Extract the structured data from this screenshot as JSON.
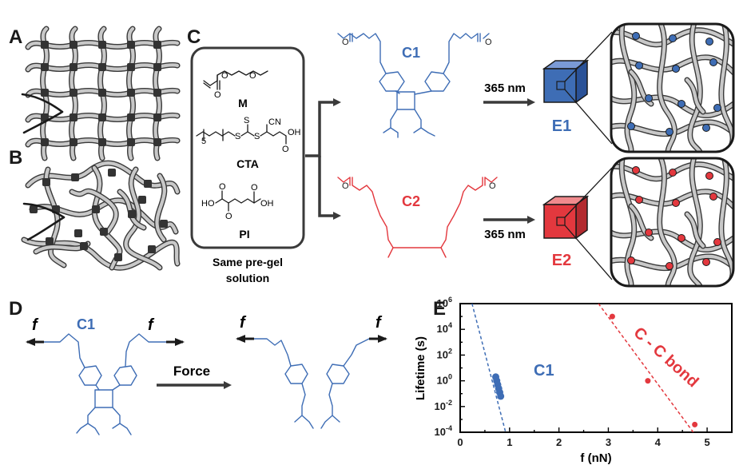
{
  "panels": {
    "a": "A",
    "b": "B",
    "c": "C",
    "d": "D",
    "e": "E"
  },
  "prep": {
    "m_label": "M",
    "cta_label": "CTA",
    "pi_label": "PI",
    "caption_line1": "Same pre-gel",
    "caption_line2": "solution",
    "cta_subscript": "5",
    "atoms": {
      "O": "O",
      "S": "S",
      "CN": "CN",
      "OH": "OH",
      "HO": "HO"
    }
  },
  "crosslinkers": {
    "c1": "C1",
    "c2": "C2"
  },
  "uv": {
    "top": "365 nm",
    "bottom": "365 nm"
  },
  "gels": {
    "e1": "E1",
    "e2": "E2"
  },
  "scission": {
    "force_label": "Force",
    "f_symbol": "f",
    "c1": "C1"
  },
  "colors": {
    "blue": "#3e6db5",
    "red": "#e3383e",
    "dark": "#1a1a1a",
    "gray": "#c8c8c8"
  },
  "chart_data": {
    "type": "scatter",
    "xlabel": "f (nN)",
    "ylabel": "Lifetime (s)",
    "xlim": [
      0,
      5.5
    ],
    "ylim_log10": [
      -4,
      6
    ],
    "y_scale": "log",
    "xticks": [
      "0",
      "1",
      "2",
      "3",
      "4",
      "5"
    ],
    "yticks": [
      {
        "base": "10",
        "exp": "6"
      },
      {
        "base": "10",
        "exp": "4"
      },
      {
        "base": "10",
        "exp": "2"
      },
      {
        "base": "10",
        "exp": "0"
      },
      {
        "base": "10",
        "exp": "-2"
      },
      {
        "base": "10",
        "exp": "-4"
      }
    ],
    "series": [
      {
        "name": "C1",
        "color": "#3e6db5",
        "points": [
          [
            0.72,
            0.3
          ],
          [
            0.74,
            0.0
          ],
          [
            0.76,
            -0.3
          ],
          [
            0.78,
            -0.6
          ],
          [
            0.8,
            -0.9
          ],
          [
            0.82,
            -1.2
          ]
        ],
        "fit": [
          [
            0.24,
            6.0
          ],
          [
            0.92,
            -4.0
          ]
        ]
      },
      {
        "name": "C - C bond",
        "color": "#e3383e",
        "points": [
          [
            3.08,
            5.0
          ],
          [
            3.8,
            0.0
          ],
          [
            4.75,
            -3.4
          ]
        ],
        "fit": [
          [
            2.8,
            6.0
          ],
          [
            4.72,
            -4.0
          ]
        ]
      }
    ]
  }
}
